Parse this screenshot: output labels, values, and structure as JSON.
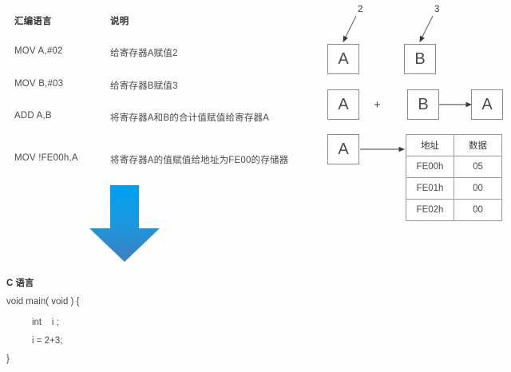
{
  "asm_section": {
    "header": {
      "language_col": "汇编语言",
      "desc_col": "说明"
    },
    "rows": [
      {
        "mnemonic": "MOV A,#02",
        "desc": "给寄存器A赋值2"
      },
      {
        "mnemonic": "MOV B,#03",
        "desc": "给寄存器B赋值3"
      },
      {
        "mnemonic": "ADD A,B",
        "desc": "将寄存器A和B的合计值赋值给寄存器A"
      },
      {
        "mnemonic": "MOV !FE00h,A",
        "desc": "将寄存器A的值赋值给地址为FE00的存储器"
      }
    ]
  },
  "flow_arrow": {
    "direction": "down",
    "color_top": "#00a0f0",
    "color_bottom": "#3e7fc1"
  },
  "c_section": {
    "title": "C 语言",
    "lines": [
      "void main( void ) {",
      "          int    i ;",
      "          i = 2+3;",
      "}"
    ]
  },
  "diagram": {
    "row1": {
      "boxes": [
        {
          "label": "A",
          "callout": "2"
        },
        {
          "label": "B",
          "callout": "3"
        }
      ]
    },
    "row2": {
      "left_box": "A",
      "operator": "+",
      "middle_box": "B",
      "result_box": "A"
    },
    "row3": {
      "source_box": "A"
    },
    "memory_table": {
      "headers": [
        "地址",
        "数据"
      ],
      "rows": [
        [
          "FE00h",
          "05"
        ],
        [
          "FE01h",
          "00"
        ],
        [
          "FE02h",
          "00"
        ]
      ]
    }
  }
}
